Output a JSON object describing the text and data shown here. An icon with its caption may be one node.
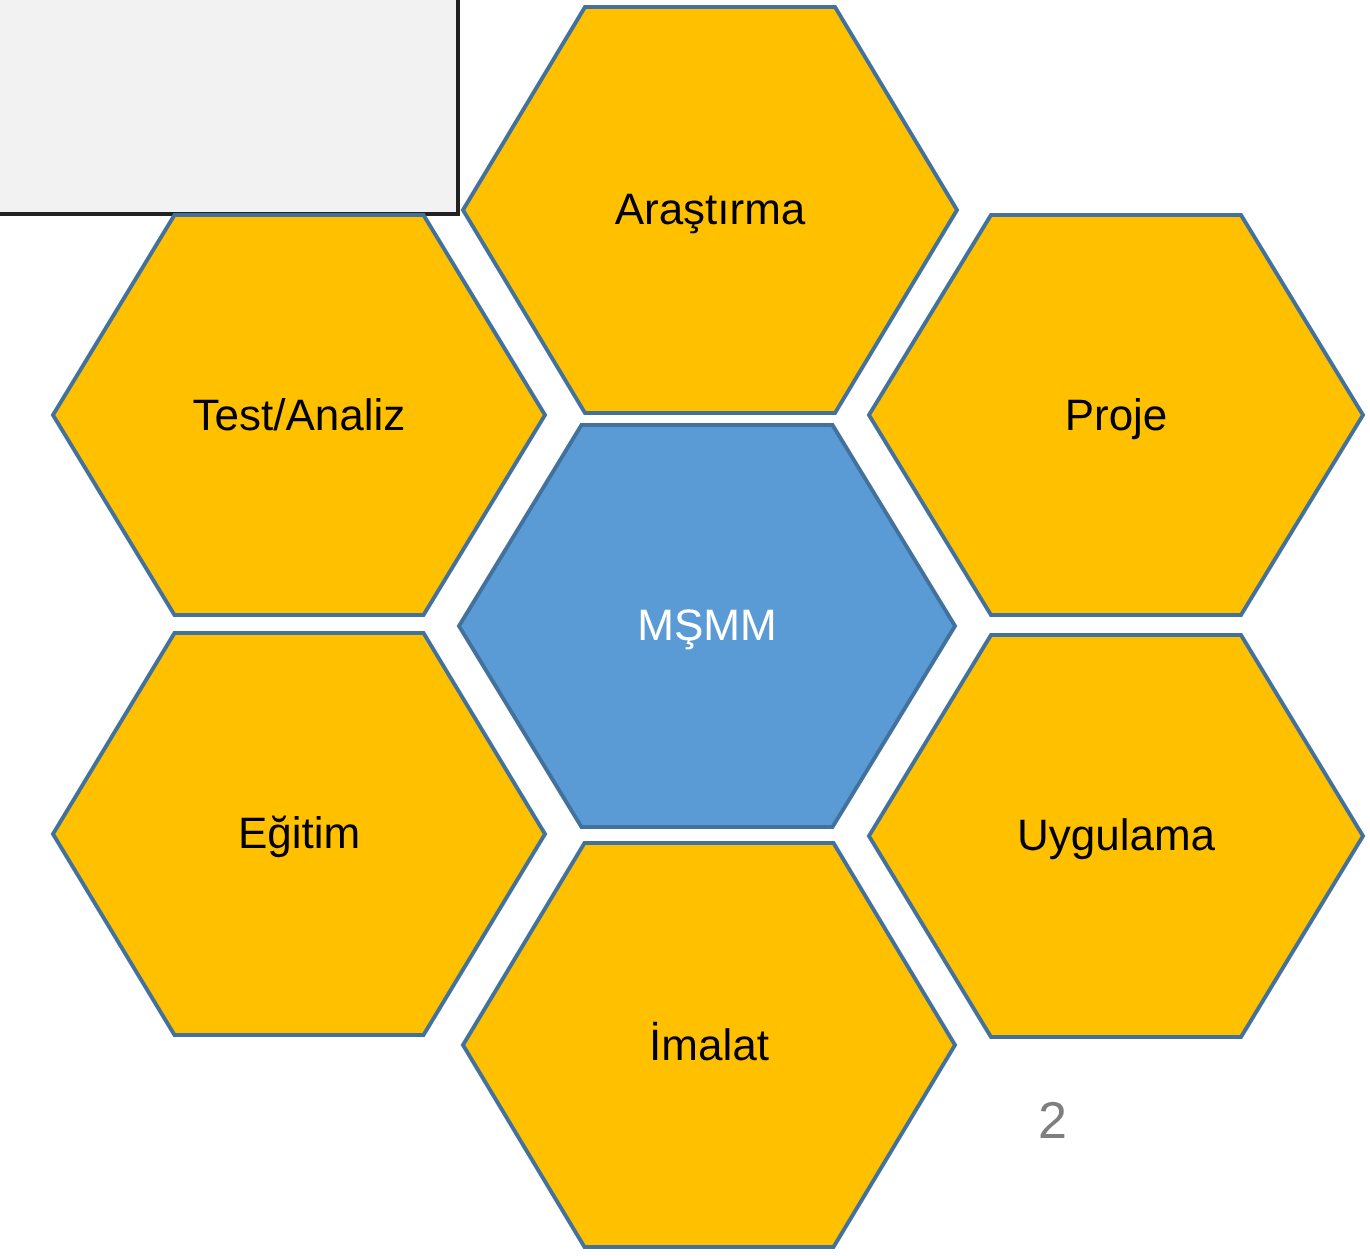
{
  "diagram": {
    "nodes": [
      {
        "text": [
          "Araştırma"
        ]
      },
      {
        "text": [
          "Test/Analiz"
        ]
      },
      {
        "text": [
          "Proje"
        ]
      },
      {
        "text": [
          "MŞMM"
        ]
      },
      {
        "text": [
          "Eğitim"
        ]
      },
      {
        "text": [
          "Uygulama"
        ]
      },
      {
        "text": [
          "İmalat"
        ]
      }
    ],
    "labels": [
      "2"
    ]
  }
}
